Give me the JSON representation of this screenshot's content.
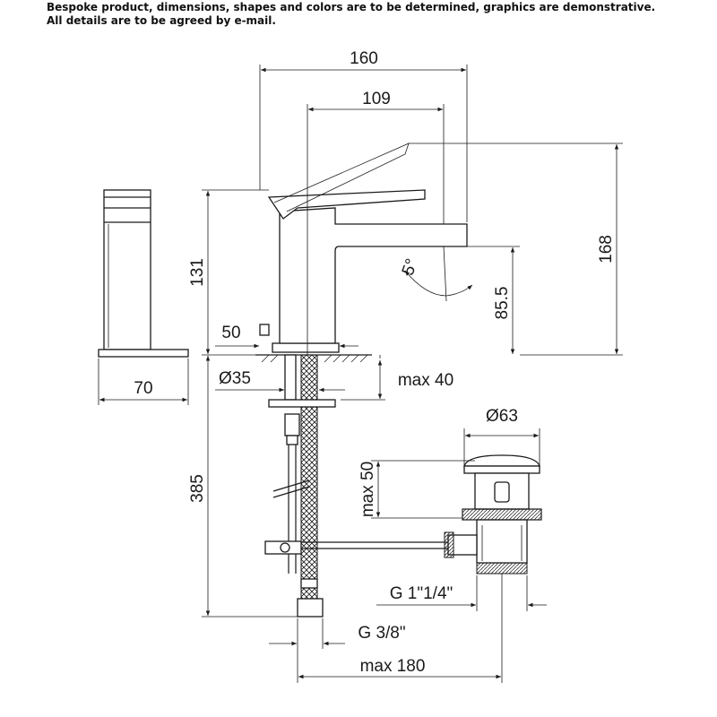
{
  "notice": {
    "line1": "Bespoke product, dimensions, shapes and colors are to be determined, graphics are demonstrative.",
    "line2": "All details are to be agreed by e-mail."
  },
  "dimensions": {
    "overall_width": "160",
    "spout_reach": "109",
    "total_height": "168",
    "body_height": "131",
    "spout_height": "85.5",
    "lever_angle": "5°",
    "base_offset": "50",
    "side_width": "70",
    "hole_diameter": "Ø35",
    "max_deck": "max 40",
    "hose_length": "385",
    "drain_diameter": "Ø63",
    "drain_max": "max 50",
    "drain_thread": "G 1\"1/4\"",
    "hose_thread": "G 3/8\"",
    "max_drain_distance": "max 180"
  }
}
